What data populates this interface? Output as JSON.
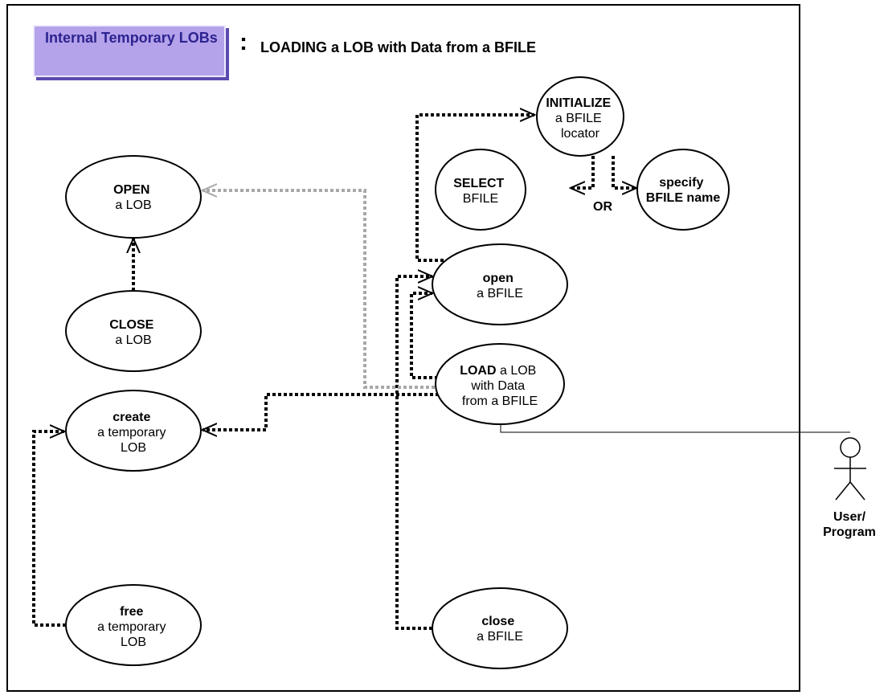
{
  "title": {
    "badge": "Internal Temporary LOBs",
    "colon": ":",
    "text": "LOADING a LOB with Data from a BFILE"
  },
  "use_cases": {
    "initialize": {
      "bold": "INITIALIZE",
      "lines": [
        "a BFILE",
        "locator"
      ]
    },
    "select": {
      "bold": "SELECT",
      "lines": [
        "BFILE"
      ]
    },
    "specify": {
      "bold": "specify",
      "lines": [
        "BFILE name"
      ],
      "lines_bold": true
    },
    "or_label": "OR",
    "open_lob": {
      "bold": "OPEN",
      "lines": [
        "a LOB"
      ]
    },
    "close_lob": {
      "bold": "CLOSE",
      "lines": [
        "a LOB"
      ]
    },
    "open_bfile": {
      "bold": "open",
      "lines": [
        "a BFILE"
      ]
    },
    "load": {
      "bold": "LOAD",
      "first_rest": " a LOB",
      "lines": [
        "with Data",
        "from a BFILE"
      ]
    },
    "create": {
      "bold": "create",
      "lines": [
        "a temporary",
        "LOB"
      ]
    },
    "free": {
      "bold": "free",
      "lines": [
        "a temporary",
        "LOB"
      ]
    },
    "close_bfile": {
      "bold": "close",
      "lines": [
        "a BFILE"
      ]
    }
  },
  "actor": {
    "label_line1": "User/",
    "label_line2": "Program"
  },
  "colors": {
    "badge_fill": "#b4a2ea",
    "badge_text": "#2d2390",
    "badge_shadow": "#5a4bb0",
    "gray_arrow": "#a8a8a8"
  }
}
